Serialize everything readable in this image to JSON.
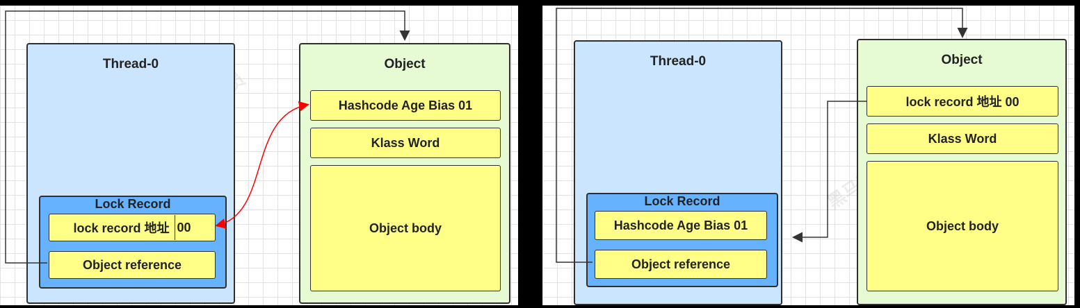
{
  "left": {
    "thread_title": "Thread-0",
    "object_title": "Object",
    "lock_record_title": "Lock Record",
    "record_cell_label": "lock  record 地址",
    "record_cell_suffix": "00",
    "object_reference": "Object reference",
    "mark_word": "Hashcode Age Bias 01",
    "klass_word": "Klass Word",
    "object_body": "Object body"
  },
  "right": {
    "thread_title": "Thread-0",
    "object_title": "Object",
    "lock_record_title": "Lock Record",
    "record_cell": "Hashcode Age Bias 01",
    "object_reference": "Object reference",
    "mark_word": "lock  record 地址 00",
    "klass_word": "Klass Word",
    "object_body": "Object body"
  },
  "colors": {
    "thread_fill": "#cce5ff",
    "object_fill": "#e6fad4",
    "lock_record_fill": "#66b2ff",
    "cell_fill": "#ffff88",
    "cas_arrow": "#ff0000"
  },
  "watermark": "黑马程序员"
}
